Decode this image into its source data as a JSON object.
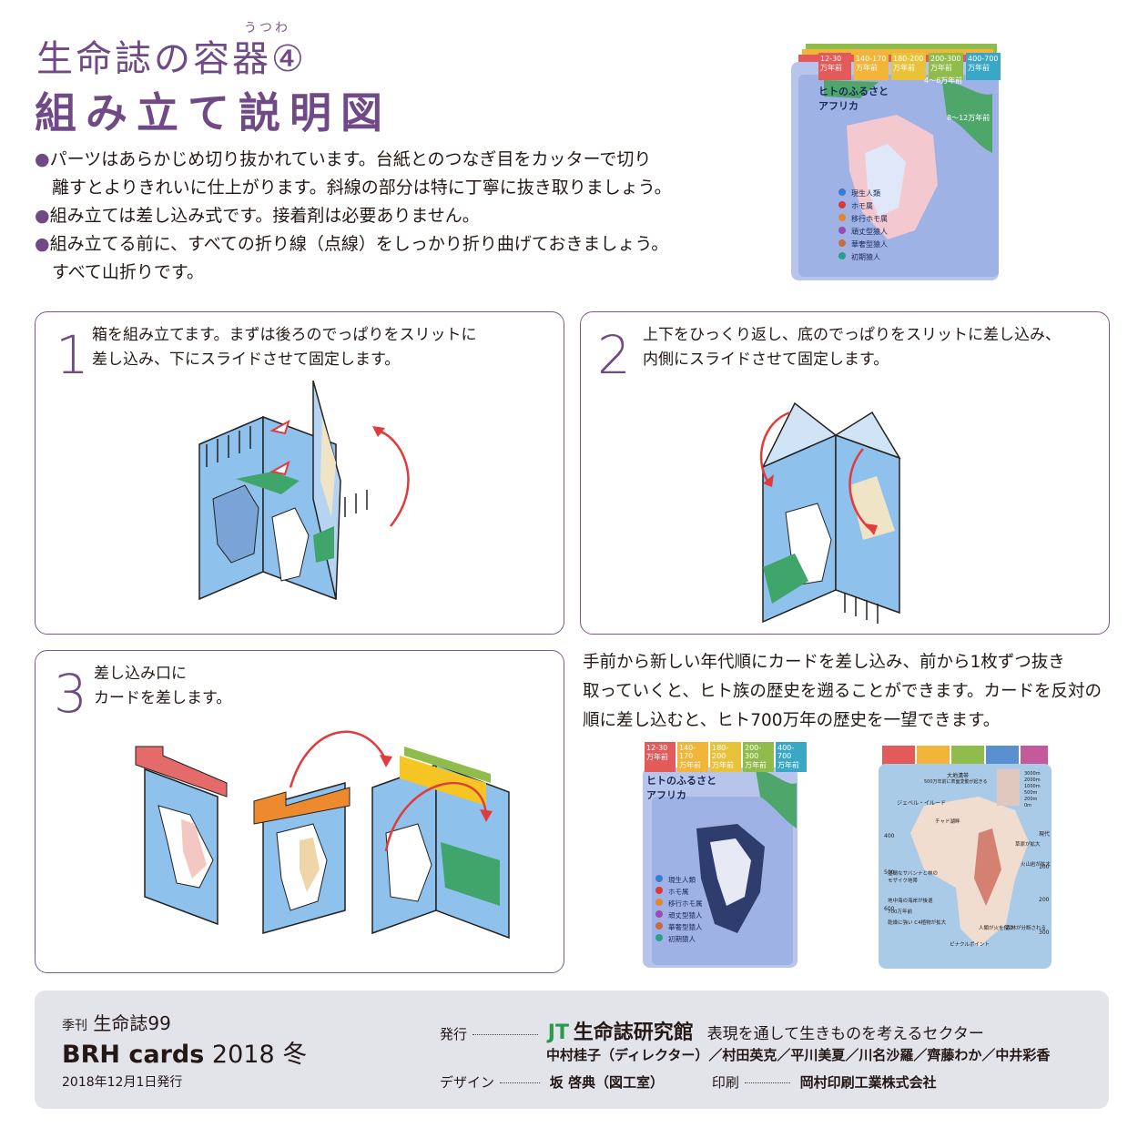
{
  "header": {
    "ruby": "うつわ",
    "title_line1": "生命誌の容器④",
    "title_line2": "組み立て説明図"
  },
  "bullets": [
    {
      "line1": "パーツはあらかじめ切り抜かれています。台紙とのつなぎ目をカッターで切り",
      "line2": "離すとよりきれいに仕上がります。斜線の部分は特に丁寧に抜き取りましょう。"
    },
    {
      "line1": "組み立ては差し込み式です。接着剤は必要ありません。",
      "line2": ""
    },
    {
      "line1": "組み立てる前に、すべての折り線（点線）をしっかり折り曲げておきましょう。",
      "line2": "すべて山折りです。"
    }
  ],
  "steps": [
    {
      "num": "1",
      "line1": "箱を組み立てます。まずは後ろのでっぱりをスリットに",
      "line2": "差し込み、下にスライドさせて固定します。"
    },
    {
      "num": "2",
      "line1": "上下をひっくり返し、底のでっぱりをスリットに差し込み、",
      "line2": "内側にスライドさせて固定します。"
    },
    {
      "num": "3",
      "line1": "差し込み口に",
      "line2": "カードを差します。"
    }
  ],
  "right_text": {
    "line1": "手前から新しい年代順にカードを差し込み、前から1枚ずつ抜き",
    "line2": "取っていくと、ヒト族の歴史を遡ることができます。カードを反対の",
    "line3": "順に差し込むと、ヒト700万年の歴史を一望できます。"
  },
  "photo": {
    "tabs": [
      "12-30\n万年前",
      "140-170\n万年前",
      "180-200\n万年前",
      "200-300\n万年前",
      "400-700\n万年前"
    ],
    "card_title_1": "ヒトのふるさと",
    "card_title_2": "アフリカ",
    "arrow_label_1": "4〜6万年前",
    "arrow_label_2": "8〜12万年前",
    "legend": [
      "現生人類",
      "ホモ属",
      "移行ホモ属",
      "頑丈型猿人",
      "華奢型猿人",
      "初期猿人"
    ],
    "legend_colors": [
      "#3a7bd5",
      "#d83a3a",
      "#e8842a",
      "#9a4ab5",
      "#c86a3a",
      "#2aa08a"
    ]
  },
  "map_card": {
    "header": "大地溝帯",
    "subheader": "500万年前に表面変動が起きる",
    "label_west": "ジェベル・イルード",
    "label_chad": "チャド湖畔",
    "label_savanna": "湿潤なサバンナと林の\nモザイク地帯",
    "label_coast": "地中海の海岸が後退",
    "label_700": "700万年前",
    "label_dry": "乾燥に強い C4植物が拡大",
    "label_pinnacle": "ピナクルポイント",
    "label_fire": "人類が火を使う",
    "label_grass": "草原が拡大",
    "label_volcano": "火山岩が拡大",
    "label_forest": "森林が分断される",
    "y_labels": [
      "400",
      "500",
      "600"
    ],
    "y_labels_right": [
      "現代",
      "100",
      "200",
      "300"
    ],
    "elev": [
      "3000m",
      "2000m",
      "1000m",
      "500m",
      "200m",
      "0m"
    ]
  },
  "footer": {
    "kikan": "季刊",
    "magazine": "生命誌",
    "issue": "99",
    "brand": "BRH cards",
    "season": "2018 冬",
    "date": "2018年12月1日発行",
    "hakko_label": "発行",
    "jt": "JT",
    "publisher": "生命誌研究館",
    "publisher_tagline": "表現を通して生きものを考えるセクター",
    "credits": "中村桂子（ディレクター）／村田英克／平川美夏／川名沙羅／齊藤わか／中井彩香",
    "design_label": "デザイン",
    "designer": "坂 啓典（図工室）",
    "print_label": "印刷",
    "printer": "岡村印刷工業株式会社"
  }
}
